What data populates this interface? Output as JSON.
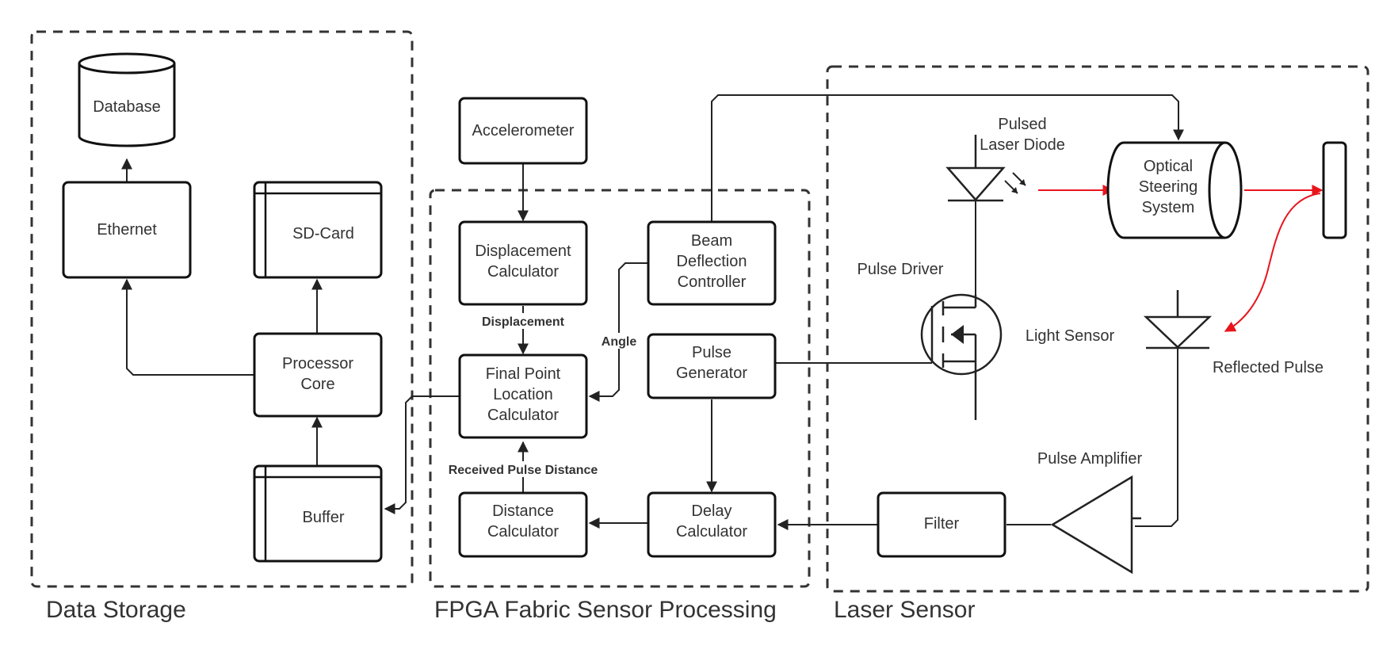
{
  "groups": {
    "data_storage": "Data Storage",
    "fpga": "FPGA Fabric Sensor Processing",
    "laser": "Laser Sensor"
  },
  "nodes": {
    "database": "Database",
    "ethernet": "Ethernet",
    "sd_card": "SD-Card",
    "processor_core": [
      "Processor",
      "Core"
    ],
    "buffer": "Buffer",
    "accelerometer": "Accelerometer",
    "displacement_calculator": [
      "Displacement",
      "Calculator"
    ],
    "beam_deflection_controller": [
      "Beam",
      "Deflection",
      "Controller"
    ],
    "final_point_location_calculator": [
      "Final Point",
      "Location",
      "Calculator"
    ],
    "pulse_generator": [
      "Pulse",
      "Generator"
    ],
    "distance_calculator": [
      "Distance",
      "Calculator"
    ],
    "delay_calculator": [
      "Delay",
      "Calculator"
    ],
    "filter": "Filter",
    "optical_steering_system": [
      "Optical",
      "Steering",
      "System"
    ]
  },
  "component_labels": {
    "pulsed_laser_diode": [
      "Pulsed",
      "Laser Diode"
    ],
    "pulse_driver": "Pulse Driver",
    "light_sensor": "Light Sensor",
    "reflected_pulse": "Reflected Pulse",
    "pulse_amplifier": "Pulse Amplifier"
  },
  "edge_labels": {
    "displacement": "Displacement",
    "angle": "Angle",
    "received_pulse_distance": "Received Pulse Distance"
  },
  "colors": {
    "beam": "#e8141c",
    "line": "#222222",
    "group_border": "#333333"
  }
}
